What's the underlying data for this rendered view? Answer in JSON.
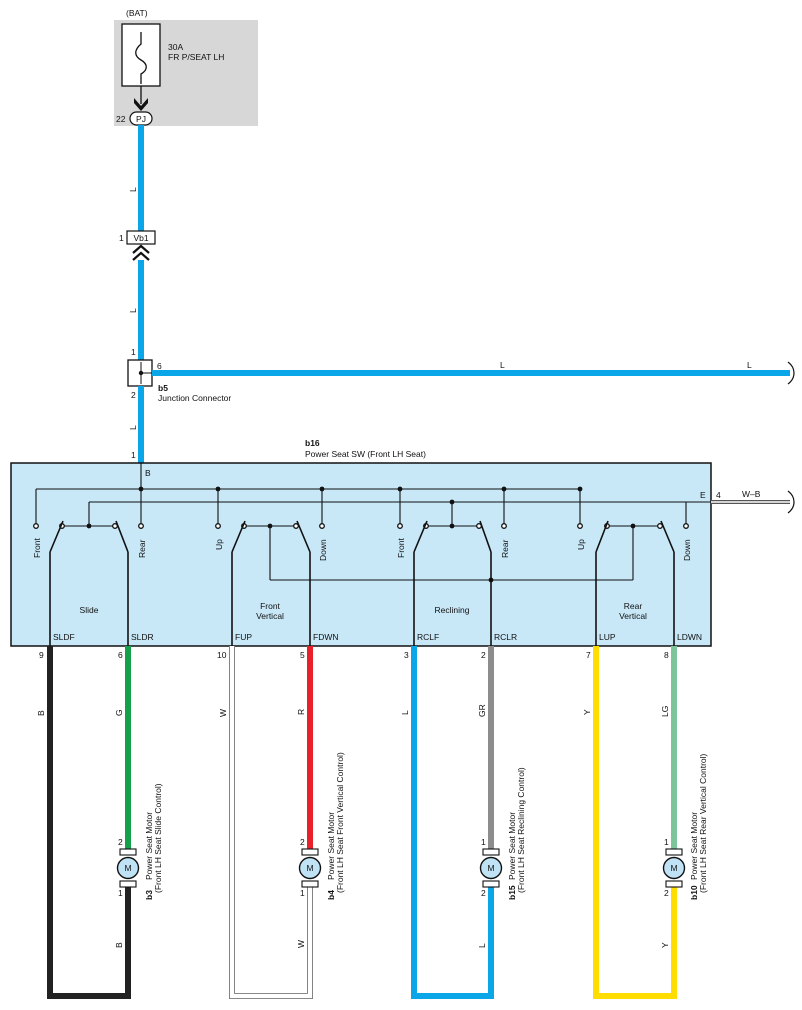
{
  "battery": {
    "label": "(BAT)",
    "amps": "30A",
    "name": "FR P/SEAT LH",
    "pin": "22",
    "connector": "PJ"
  },
  "main_wire": {
    "c1": "L",
    "c2": "L",
    "c3": "L"
  },
  "vb1": {
    "pin": "1",
    "label": "Vb1"
  },
  "junction": {
    "pin_top": "1",
    "pin_bottom": "2",
    "pin_right": "6",
    "code": "b5",
    "name": "Junction Connector",
    "wire_right_1": "L",
    "wire_right_2": "L"
  },
  "switch": {
    "code": "b16",
    "name": "Power Seat SW (Front LH Seat)",
    "pin_in": "1",
    "term_in": "B",
    "ground_term": "E",
    "ground_pin": "4",
    "ground_wire": "W–B",
    "groups": [
      {
        "l1": "Slide",
        "l2": "",
        "left_dir": "Front",
        "right_dir": "Rear"
      },
      {
        "l1": "Front",
        "l2": "Vertical",
        "left_dir": "Up",
        "right_dir": "Down"
      },
      {
        "l1": "Reclining",
        "l2": "",
        "left_dir": "Front",
        "right_dir": "Rear"
      },
      {
        "l1": "Rear",
        "l2": "Vertical",
        "left_dir": "Up",
        "right_dir": "Down"
      }
    ],
    "terminals": [
      {
        "name": "SLDF",
        "pin": "9",
        "wire": "B"
      },
      {
        "name": "SLDR",
        "pin": "6",
        "wire": "G"
      },
      {
        "name": "FUP",
        "pin": "10",
        "wire": "W"
      },
      {
        "name": "FDWN",
        "pin": "5",
        "wire": "R"
      },
      {
        "name": "RCLF",
        "pin": "3",
        "wire": "L"
      },
      {
        "name": "RCLR",
        "pin": "2",
        "wire": "GR"
      },
      {
        "name": "LUP",
        "pin": "7",
        "wire": "Y"
      },
      {
        "name": "LDWN",
        "pin": "8",
        "wire": "LG"
      }
    ]
  },
  "motors": [
    {
      "code": "b3",
      "line1": "Power Seat Motor",
      "line2": "(Front LH Seat Slide Control)",
      "pin_top": "2",
      "pin_bottom": "1",
      "symbol": "M",
      "return_wire": "B"
    },
    {
      "code": "b4",
      "line1": "Power Seat Motor",
      "line2": "(Front LH Seat Front Vertical Control)",
      "pin_top": "2",
      "pin_bottom": "1",
      "symbol": "M",
      "return_wire": "W"
    },
    {
      "code": "b15",
      "line1": "Power Seat Motor",
      "line2": "(Front LH Seat Reclining Control)",
      "pin_top": "1",
      "pin_bottom": "2",
      "symbol": "M",
      "return_wire": "L"
    },
    {
      "code": "b10",
      "line1": "Power Seat Motor",
      "line2": "(Front LH Seat Rear Vertical Control)",
      "pin_top": "1",
      "pin_bottom": "2",
      "symbol": "M",
      "return_wire": "Y"
    }
  ],
  "colors": {
    "L": "#0aa6e8",
    "B": "#222222",
    "G": "#16a04a",
    "W": "#ffffff",
    "R": "#e8202a",
    "GR": "#8c8c8c",
    "Y": "#ffdd00",
    "LG": "#7cc49a",
    "WB": "#555555",
    "switch_fill": "#c8e8f8",
    "fuse_box": "#d7d7d7",
    "motor_fill": "#bfe3f5"
  }
}
